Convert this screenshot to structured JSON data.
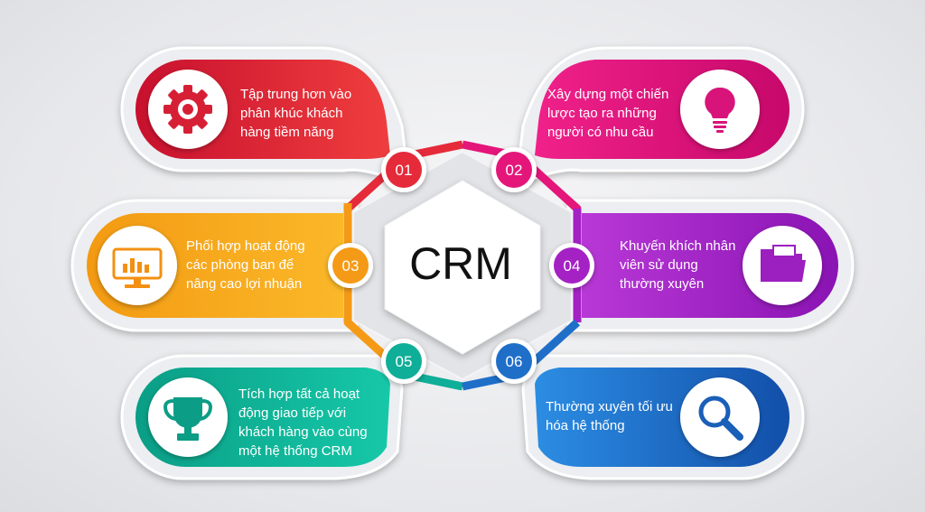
{
  "center": {
    "label": "CRM"
  },
  "items": [
    {
      "number": "01",
      "text": [
        "Tập trung hơn vào",
        "phân khúc khách",
        "hàng tiềm năng"
      ],
      "icon": "gear-icon",
      "color": "#e52a3a"
    },
    {
      "number": "02",
      "text": [
        "Xây dựng một chiến",
        "lược tạo ra những",
        "người có nhu cầu"
      ],
      "icon": "lightbulb-icon",
      "color": "#e4167a"
    },
    {
      "number": "03",
      "text": [
        "Phối hợp hoạt động",
        "các phòng ban để",
        "nâng cao lợi nhuận"
      ],
      "icon": "monitor-chart-icon",
      "color": "#f59a16"
    },
    {
      "number": "04",
      "text": [
        "Khuyến khích nhân",
        "viên sử dụng",
        "thường xuyên"
      ],
      "icon": "folder-icon",
      "color": "#a421c4"
    },
    {
      "number": "05",
      "text": [
        "Tích hợp tất cả hoạt",
        "động giao tiếp với",
        "khách hàng vào cùng",
        "một hệ thống CRM"
      ],
      "icon": "trophy-icon",
      "color": "#0fae98"
    },
    {
      "number": "06",
      "text": [
        "Thường xuyên tối ưu",
        "hóa hệ thống"
      ],
      "icon": "magnifier-icon",
      "color": "#1f6fc9"
    }
  ]
}
